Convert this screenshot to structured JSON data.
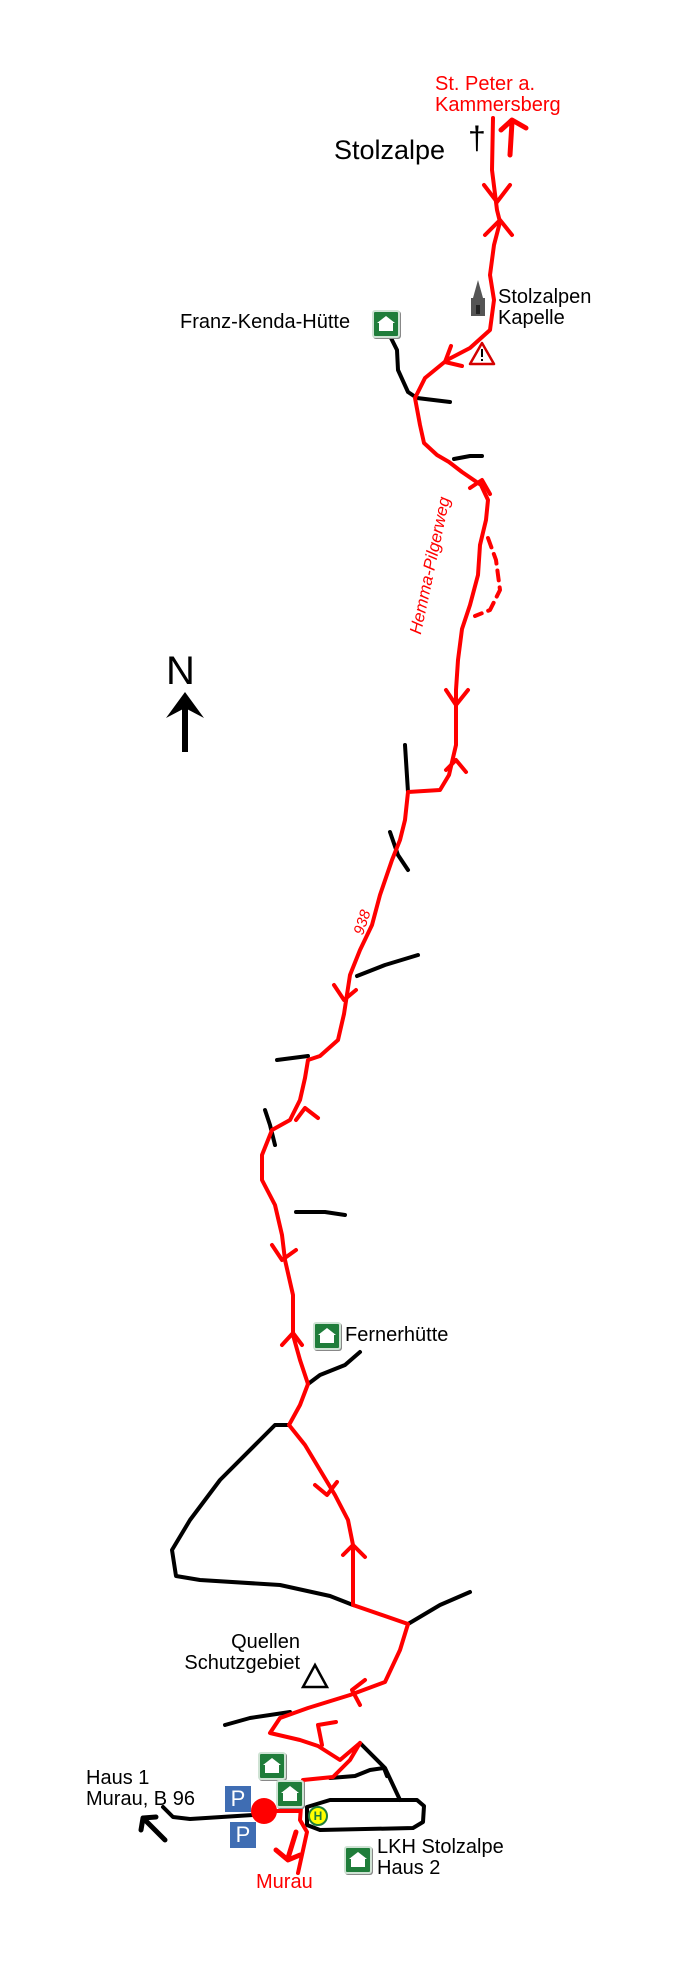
{
  "labels": {
    "st_peter_1": "St. Peter a.",
    "st_peter_2": "Kammersberg",
    "stolzalpe": "Stolzalpe",
    "kapelle_1": "Stolzalpen",
    "kapelle_2": "Kapelle",
    "franz_kenda": "Franz-Kenda-Hütte",
    "hemma": "Hemma-Pilgerweg",
    "road_number": "938",
    "north": "N",
    "fernerhuette": "Fernerhütte",
    "quellen_1": "Quellen",
    "quellen_2": "Schutzgebiet",
    "haus1_1": "Haus 1",
    "haus1_2": "Murau, B 96",
    "parking": "P",
    "bus_stop": "H",
    "lkh_1": "LKH Stolzalpe",
    "lkh_2": "Haus 2",
    "murau": "Murau"
  },
  "colors": {
    "route": "#ff0000",
    "road": "#000000",
    "hut": "#1f7d3a",
    "parking": "#3f6db3"
  }
}
